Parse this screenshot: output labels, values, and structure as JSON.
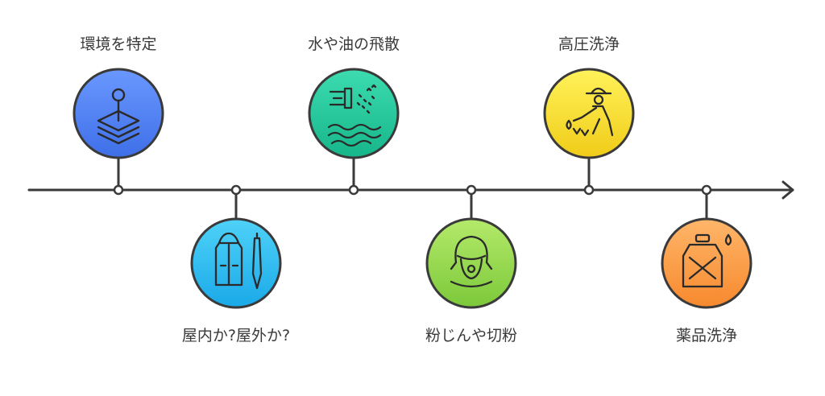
{
  "timeline": {
    "steps": [
      {
        "label": "環境を特定",
        "icon": "layers-pin-icon",
        "color_top": "#5b8cff",
        "color_bottom": "#3f6fe8"
      },
      {
        "label": "屋内か?屋外か?",
        "icon": "raincoat-umbrella-icon",
        "color_top": "#3cc8f5",
        "color_bottom": "#1aa9e8"
      },
      {
        "label": "水や油の飛散",
        "icon": "water-spray-icon",
        "color_top": "#2fd3a6",
        "color_bottom": "#18b98c"
      },
      {
        "label": "粉じんや切粉",
        "icon": "dust-mask-icon",
        "color_top": "#a6e25a",
        "color_bottom": "#7cc83a"
      },
      {
        "label": "高圧洗浄",
        "icon": "pressure-washer-worker-icon",
        "color_top": "#fff04a",
        "color_bottom": "#f3d21e"
      },
      {
        "label": "薬品洗浄",
        "icon": "chemical-container-icon",
        "color_top": "#ffac5c",
        "color_bottom": "#f7892e"
      }
    ]
  }
}
